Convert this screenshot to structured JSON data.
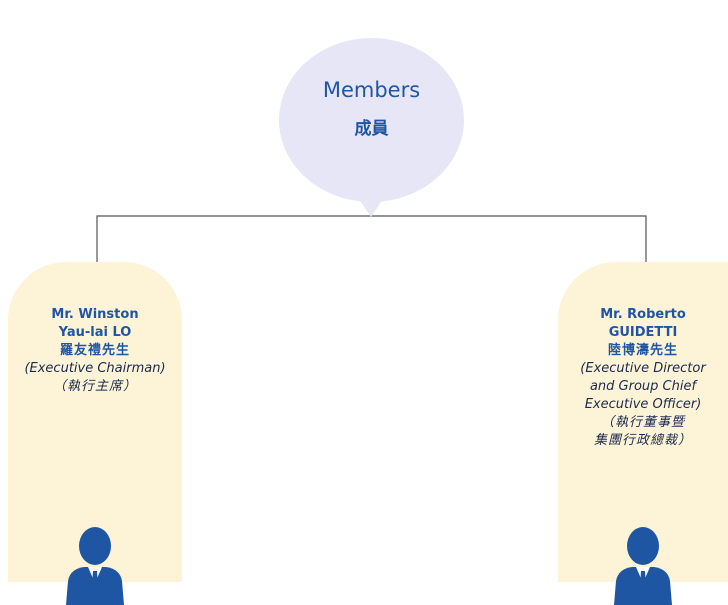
{
  "center": {
    "title": "Members",
    "title_cn": "成員"
  },
  "members": [
    {
      "name_line1": "Mr. Winston",
      "name_line2": "Yau-lai LO",
      "name_cn": "羅友禮先生",
      "role": "(Executive Chairman)",
      "role_cn": "（執行主席）"
    },
    {
      "name_line1": "Mr. Roberto",
      "name_line2": "GUIDETTI",
      "name_cn": "陸博濤先生",
      "role_line1": "(Executive Director",
      "role_line2": "and Group Chief",
      "role_line3": "Executive Officer)",
      "role_cn_line1": "（執行董事暨",
      "role_cn_line2": "集團行政總裁）"
    }
  ],
  "colors": {
    "accent": "#1f56a4",
    "bubble": "#e6e6f6",
    "card": "#fdf3d6",
    "connector": "#555555"
  },
  "icons": [
    "person-icon"
  ]
}
